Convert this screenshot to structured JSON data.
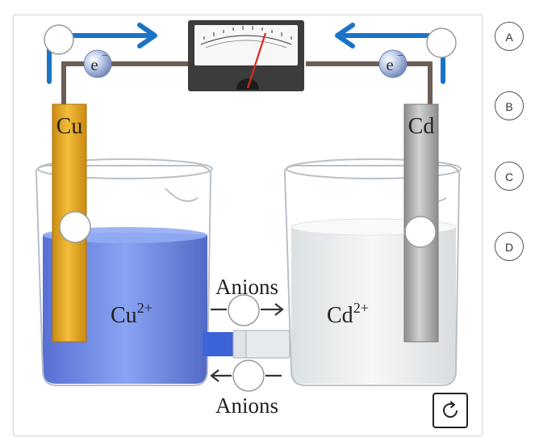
{
  "diagram": {
    "electrode_left": "Cu",
    "electrode_right": "Cd",
    "ion_left": "Cu",
    "ion_left_charge": "2+",
    "ion_right": "Cd",
    "ion_right_charge": "2+",
    "electron_symbol": "e",
    "electron_charge": "−",
    "anions_top": "Anions",
    "anions_bottom": "Anions",
    "colors": {
      "arrow_blue": "#1a73c7",
      "copper": "#e3a320",
      "cadmium": "#a8a8a8",
      "cu_solution": "#3d63d8",
      "cd_solution": "#e8ecef",
      "wire": "#6a5e57",
      "needle": "#e0281e"
    }
  },
  "choices": [
    {
      "label": "A"
    },
    {
      "label": "B"
    },
    {
      "label": "C"
    },
    {
      "label": "D"
    }
  ],
  "reset_icon": "refresh-icon"
}
